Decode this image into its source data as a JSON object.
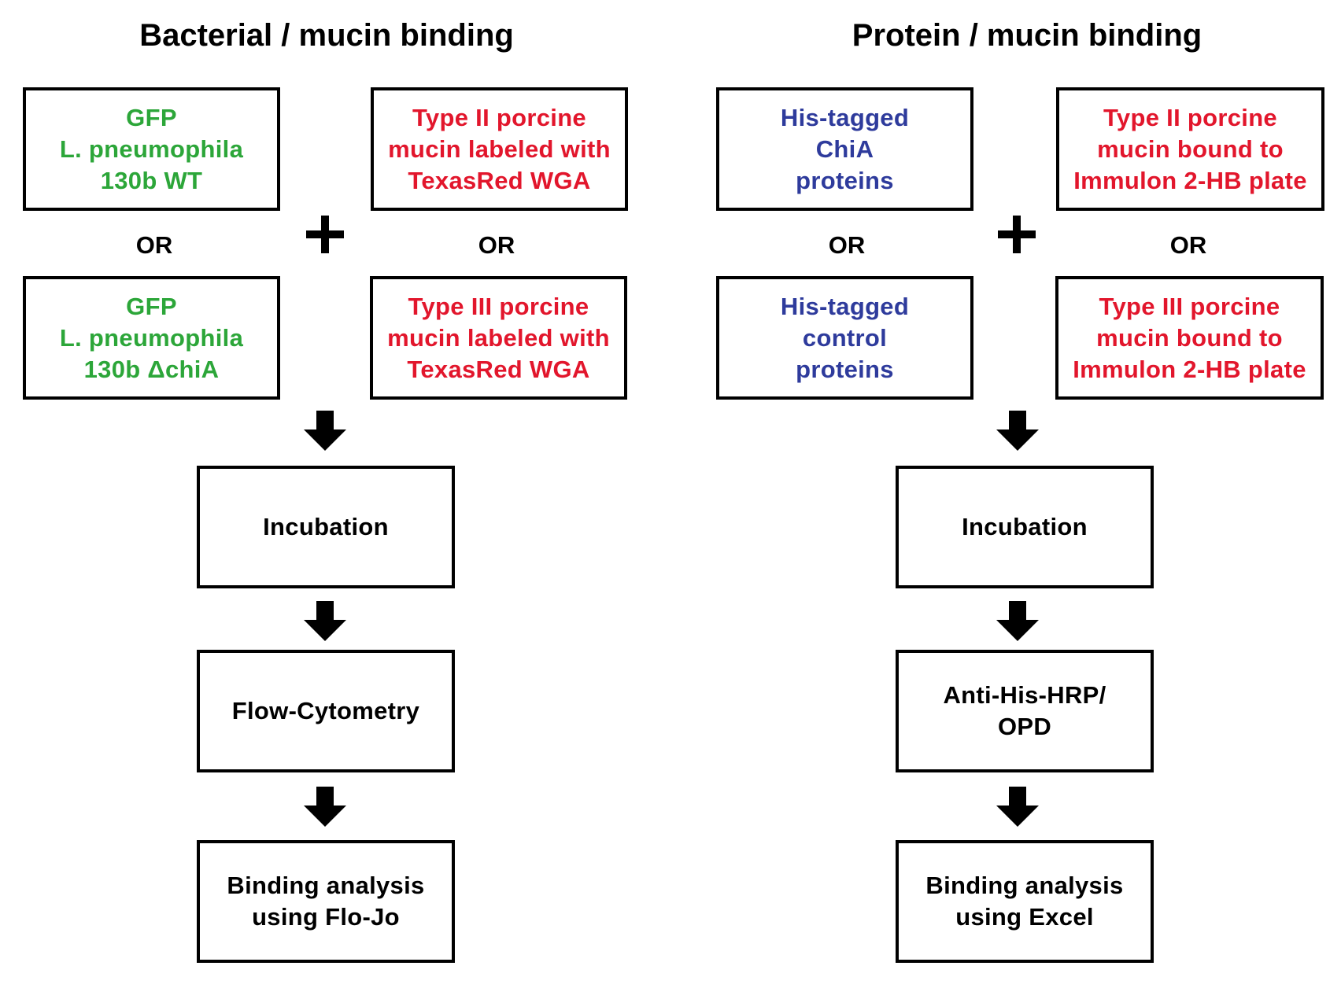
{
  "left": {
    "title": "Bacterial / mucin binding",
    "box_a": [
      "GFP",
      "L. pneumophila",
      "130b WT"
    ],
    "box_b": [
      "GFP",
      "L. pneumophila",
      "130b ΔchiA"
    ],
    "box_c": [
      "Type II porcine",
      "mucin labeled with",
      "TexasRed WGA"
    ],
    "box_d": [
      "Type III porcine",
      "mucin labeled with",
      "TexasRed WGA"
    ],
    "or_1": "OR",
    "or_2": "OR",
    "plus": "+",
    "step_1": [
      "Incubation"
    ],
    "step_2": [
      "Flow-Cytometry"
    ],
    "step_3": [
      "Binding analysis",
      "using Flo-Jo"
    ]
  },
  "right": {
    "title": "Protein / mucin binding",
    "box_a": [
      "His-tagged",
      "ChiA",
      "proteins"
    ],
    "box_b": [
      "His-tagged",
      "control",
      "proteins"
    ],
    "box_c": [
      "Type II porcine",
      "mucin bound to",
      "Immulon 2-HB plate"
    ],
    "box_d": [
      "Type III porcine",
      "mucin bound to",
      "Immulon 2-HB plate"
    ],
    "or_1": "OR",
    "or_2": "OR",
    "plus": "+",
    "step_1": [
      "Incubation"
    ],
    "step_2": [
      "Anti-His-HRP/",
      "OPD"
    ],
    "step_3": [
      "Binding analysis",
      "using Excel"
    ]
  },
  "colors": {
    "bacteria": "#2ca639",
    "mucin": "#e2162c",
    "protein": "#2e3b9c",
    "process": "#000000"
  }
}
